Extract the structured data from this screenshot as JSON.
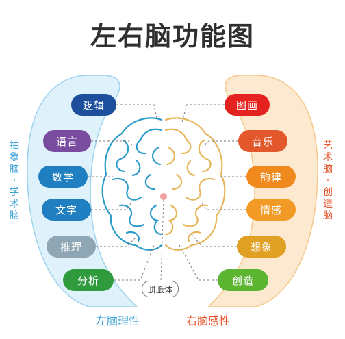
{
  "title": "左右脑功能图",
  "left": {
    "side_label": "抽象脑·学术脑",
    "items": [
      "逻辑",
      "语言",
      "数学",
      "文字",
      "推理",
      "分析"
    ],
    "bottom_label": "左脑理性",
    "color": "#3a9fd6"
  },
  "right": {
    "side_label": "艺术脑·创造脑",
    "items": [
      "图画",
      "音乐",
      "韵律",
      "情感",
      "想象",
      "创造"
    ],
    "bottom_label": "右脑感性",
    "color": "#e8542a"
  },
  "center_label": "胼胝体",
  "colors": {
    "left_panel": "#dff1fb",
    "right_panel": "#fde9cf",
    "left_brain": "#2a9bc9",
    "right_brain": "#e6b55c",
    "pill_left": [
      "#1d4f9c",
      "#7a4ca0",
      "#1f7fc0",
      "#1f7fc0",
      "#8fa6b5",
      "#2f9b3d"
    ],
    "pill_right": [
      "#e42320",
      "#e2572b",
      "#f08a1d",
      "#f19a26",
      "#e0a024",
      "#5bb531"
    ]
  }
}
